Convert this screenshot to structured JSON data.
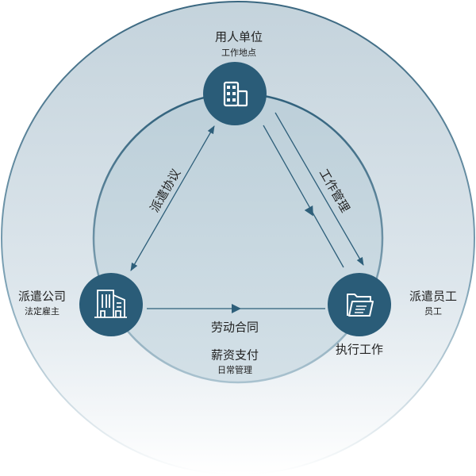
{
  "nodes": {
    "employer": {
      "title": "用人单位",
      "subtitle": "工作地点",
      "icon": "building-icon"
    },
    "agency": {
      "title": "派遣公司",
      "subtitle": "法定雇主",
      "icon": "office-buildings-icon"
    },
    "employee": {
      "title": "派遣员工",
      "subtitle": "员工",
      "icon": "folder-document-icon",
      "action": "执行工作"
    }
  },
  "relations": {
    "agreement": "派遣协议",
    "work_management": "工作管理",
    "labor_contract": "劳动合同",
    "salary": "薪资支付",
    "daily_management": "日常管理"
  },
  "colors": {
    "node": "#2a5c78",
    "line": "#2e5f7a"
  }
}
